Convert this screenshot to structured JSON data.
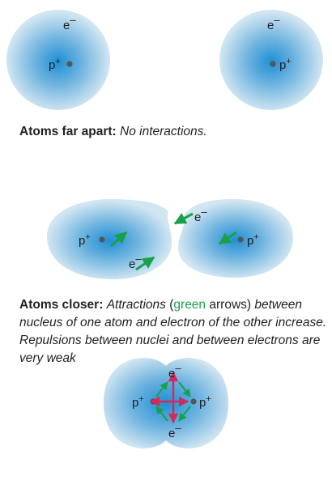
{
  "labels": {
    "electron": "e",
    "electron_sup": "–",
    "proton": "p",
    "proton_sup": "+"
  },
  "colors": {
    "atom_center": "#1f8fd4",
    "atom_edge": "#cfe4f1",
    "attraction_arrow": "#1aa04c",
    "repulsion_arrow": "#d42a5a",
    "particle": "#555555"
  },
  "panel1": {
    "caption_bold": "Atoms far apart:",
    "caption_italic": "No interactions."
  },
  "panel2": {
    "caption_bold": "Atoms closer:",
    "caption_italic_a": "Attractions",
    "caption_open_paren": "(",
    "caption_green_word": "green",
    "caption_after_green": "arrows)",
    "caption_italic_b": "between nucleus of one atom and electron of the other increase. Repulsions between nuclei and between electrons are very weak"
  }
}
